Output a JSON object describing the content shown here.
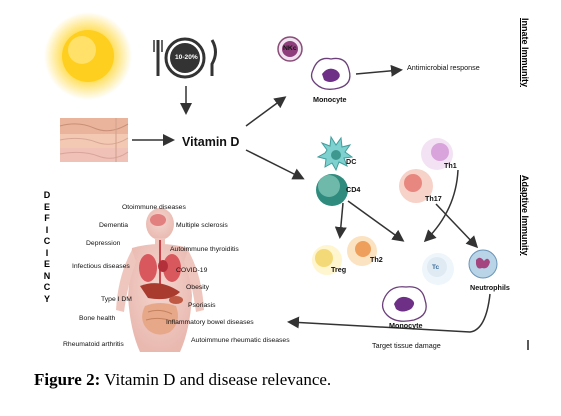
{
  "title_vertical_left": "DEFICIENCY",
  "innate_label": "Innate Immunity",
  "adaptive_label": "Adaptive Immunity",
  "plate_label": "10-20%",
  "vitamin_d": "Vitamin D",
  "cells": {
    "nkc": "NKc",
    "monocyte_top": "Monocyte",
    "antimicrobial": "Antimicrobial response",
    "dc": "DC",
    "cd4": "CD4",
    "th1": "Th1",
    "th17": "Th17",
    "treg": "Treg",
    "th2": "Th2",
    "tc": "Tc",
    "neutrophils": "Neutrophils",
    "monocyte_bottom": "Monocyte",
    "target": "Target tissue damage"
  },
  "diseases": {
    "otoimmune": "Otoimmune diseases",
    "dementia": "Dementia",
    "multiple_sclerosis": "Multiple sclerosis",
    "depression": "Depression",
    "autoimmune_thyroiditis": "Autoimmune thyroiditis",
    "infectious": "Infectious diseases",
    "covid": "COVID-19",
    "obesity": "Obesity",
    "type1dm": "Type I DM",
    "psoriasis": "Psoriasis",
    "bone_health": "Bone health",
    "ibd": "Inflammatory bowel diseases",
    "rheumatoid": "Rheumatoid arthritis",
    "autoimmune_rheumatic": "Autoimmune rheumatic diseases"
  },
  "caption": {
    "label": "Figure 2:",
    "text": " Vitamin D and disease relevance."
  },
  "colors": {
    "sun_yellow": "#f7c21a",
    "skin_pink": "#e8a58f",
    "organ_red": "#c9434a",
    "arrow_gray": "#444444"
  }
}
